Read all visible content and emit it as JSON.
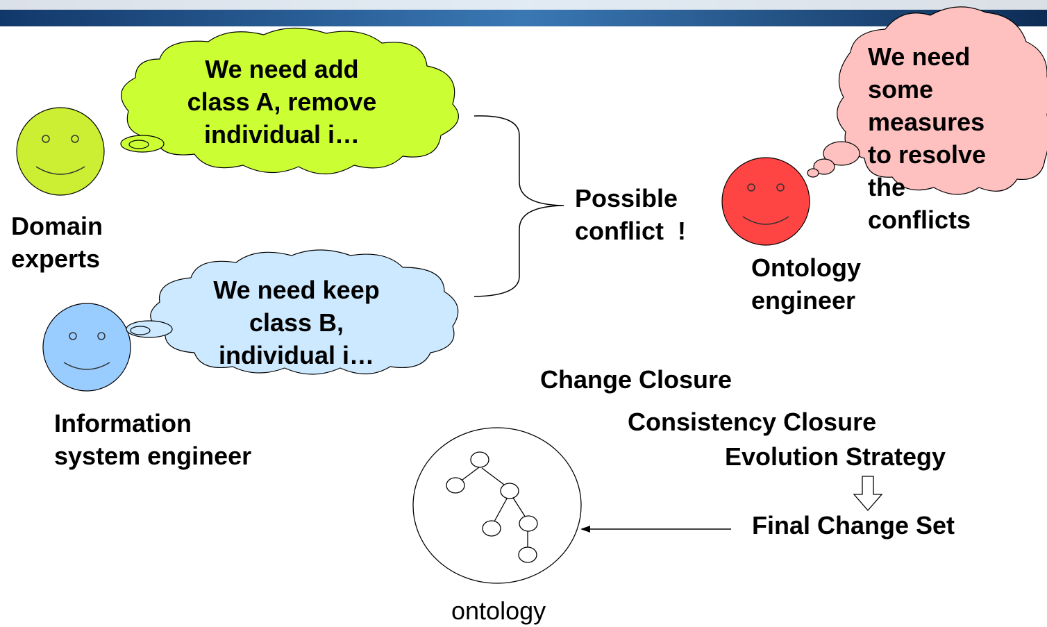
{
  "domain_experts": {
    "lines": [
      "Domain",
      "experts"
    ],
    "face_color": "#ccee33"
  },
  "information_system_engineer": {
    "lines": [
      "Information",
      "system engineer"
    ],
    "face_color": "#99ccff"
  },
  "ontology_engineer": {
    "lines": [
      "Ontology",
      "engineer"
    ],
    "face_color": "#ff4444"
  },
  "bubble_domain": {
    "lines": [
      "We need add",
      "class A, remove",
      "individual i…"
    ],
    "color": "#ccff33"
  },
  "bubble_info": {
    "lines": [
      "We need keep",
      "class B,",
      "individual i…"
    ],
    "color": "#cce9ff"
  },
  "bubble_onto": {
    "lines": [
      "We need",
      "some",
      "measures",
      "to resolve",
      "the",
      "conflicts"
    ],
    "color": "#ffc0c0"
  },
  "conflict": {
    "lines": [
      "Possible",
      "conflict  !"
    ]
  },
  "process": {
    "change_closure": "Change Closure",
    "consistency_closure": "Consistency Closure",
    "evolution_strategy": "Evolution Strategy",
    "final_change_set": "Final Change Set"
  },
  "ontology_label": "ontology",
  "header_bar_color": "#1f4e82"
}
